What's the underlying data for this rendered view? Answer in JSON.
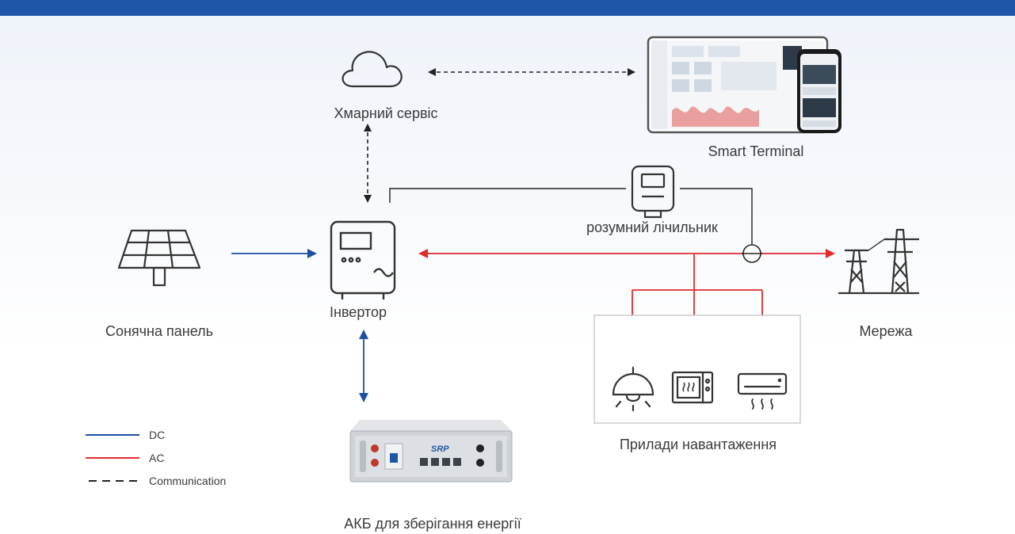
{
  "colors": {
    "dc": "#1f4fa0",
    "ac": "#e22a2a",
    "communication": "#222222",
    "top_bar": "#1f56a8"
  },
  "nodes": {
    "cloud": "Хмарний сервіс",
    "smart_terminal": "Smart Terminal",
    "smart_meter": "розумний лічильник",
    "solar_panel": "Сонячна панель",
    "inverter": "Інвертор",
    "grid": "Мережа",
    "loads": "Прилади навантаження",
    "battery": "АКБ для зберігання енергії"
  },
  "battery_brand": "SRP",
  "legend": [
    {
      "style": "dc",
      "label": "DC"
    },
    {
      "style": "ac",
      "label": "AC"
    },
    {
      "style": "communication",
      "label": "Communication"
    }
  ],
  "icons": [
    "cloud-icon",
    "smart-terminal-screens",
    "smart-meter-icon",
    "solar-panel-icon",
    "inverter-icon",
    "grid-tower-icon",
    "lamp-icon",
    "microwave-icon",
    "air-conditioner-icon",
    "battery-image"
  ]
}
